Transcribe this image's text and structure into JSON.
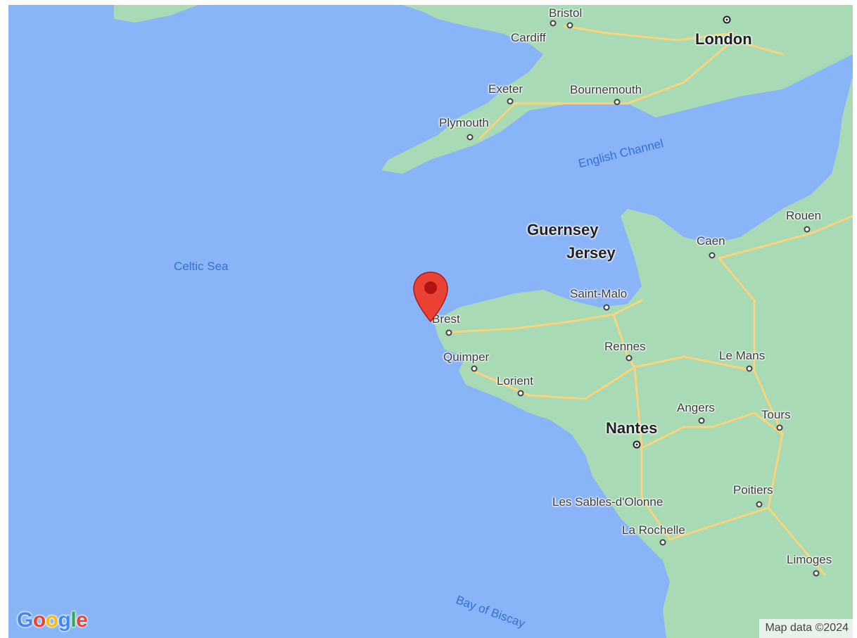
{
  "map": {
    "attribution": "Map data ©2024",
    "logo_letters": [
      {
        "ch": "G",
        "color": "#4285F4"
      },
      {
        "ch": "o",
        "color": "#EA4335"
      },
      {
        "ch": "o",
        "color": "#FBBC05"
      },
      {
        "ch": "g",
        "color": "#4285F4"
      },
      {
        "ch": "l",
        "color": "#34A853"
      },
      {
        "ch": "e",
        "color": "#EA4335"
      }
    ],
    "cities": {
      "bristol": "Bristol",
      "cardiff": "Cardiff",
      "london": "London",
      "exeter": "Exeter",
      "bournemouth": "Bournemouth",
      "plymouth": "Plymouth",
      "guernsey": "Guernsey",
      "jersey": "Jersey",
      "caen": "Caen",
      "rouen": "Rouen",
      "saint_malo": "Saint-Malo",
      "brest": "Brest",
      "quimper": "Quimper",
      "rennes": "Rennes",
      "le_mans": "Le Mans",
      "lorient": "Lorient",
      "angers": "Angers",
      "tours": "Tours",
      "nantes": "Nantes",
      "les_sables": "Les Sables-d'Olonne",
      "poitiers": "Poitiers",
      "la_rochelle": "La Rochelle",
      "limoges": "Limoges"
    },
    "water": {
      "celtic_sea": "Celtic Sea",
      "english_channel": "English Channel",
      "bay_of_biscay": "Bay of Biscay"
    },
    "marker_icon": "map-pin-icon",
    "colors": {
      "water": "#8ab4f8",
      "land": "#a8dab5",
      "roads": "#f9d47b",
      "marker": "#ea4335"
    }
  }
}
